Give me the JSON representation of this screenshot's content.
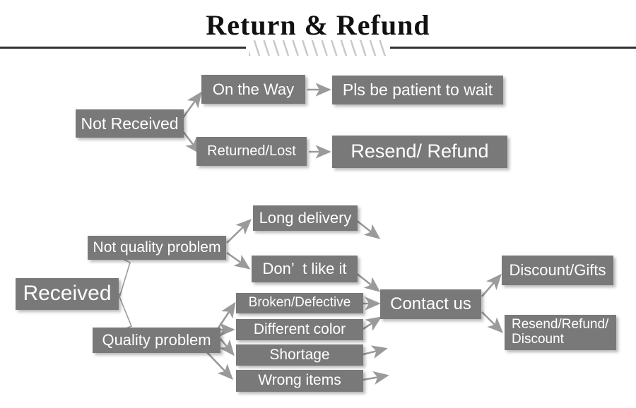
{
  "title": "Return & Refund",
  "colors": {
    "node_fill": "#797979",
    "node_text": "#ffffff",
    "title_text": "#111111",
    "divider_line": "#2e3338",
    "hatch": "#c9c9c9",
    "arrow": "#9a9a9a",
    "page_background": "#ffffff"
  },
  "diagram": {
    "type": "flowchart",
    "branches": [
      {
        "name": "not-received",
        "root": "Not Received",
        "steps": [
          {
            "stage": "On the Way",
            "outcome": "Pls be patient to wait"
          },
          {
            "stage": "Returned/Lost",
            "outcome": "Resend/ Refund"
          }
        ]
      },
      {
        "name": "received",
        "root": "Received",
        "categories": [
          {
            "label": "Not quality problem",
            "reasons": [
              "Long delivery",
              "Don’  t like it"
            ]
          },
          {
            "label": "Quality problem",
            "reasons": [
              "Broken/Defective",
              "Different color",
              "Shortage",
              "Wrong items"
            ]
          }
        ],
        "hub": "Contact us",
        "resolutions": [
          "Discount/Gifts",
          "Resend/Refund/\nDiscount"
        ]
      }
    ]
  },
  "nodes": {
    "not_received": "Not Received",
    "on_the_way": "On the Way",
    "pls_be_patient": "Pls be patient to wait",
    "returned_lost": "Returned/Lost",
    "resend_refund": "Resend/ Refund",
    "received": "Received",
    "not_quality_problem": "Not quality problem",
    "quality_problem": "Quality problem",
    "long_delivery": "Long delivery",
    "dont_like_it": "Don’  t like it",
    "broken_defective": "Broken/Defective",
    "different_color": "Different color",
    "shortage": "Shortage",
    "wrong_items": "Wrong items",
    "contact_us": "Contact us",
    "discount_gifts": "Discount/Gifts",
    "resend_refund_discount": "Resend/Refund/\nDiscount"
  }
}
